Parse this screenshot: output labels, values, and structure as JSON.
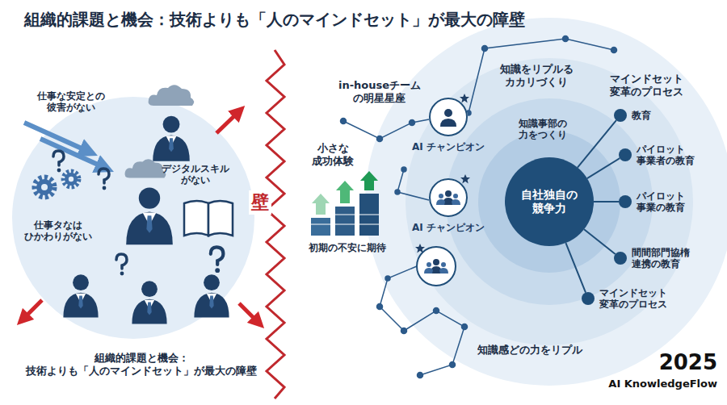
{
  "diagram": {
    "title": "組織的課題と機会：技術よりも「人のマインドセット」が最大の障壁",
    "caption": "組織的課題と機会： 技術よりも「人のマインドセット」が最大の障壁",
    "nodes": [
      {
        "text": [
          "自社独自の 競争力"
        ]
      },
      {
        "text": [
          "教育"
        ]
      },
      {
        "text": [
          "パイロット 事業者の教育"
        ]
      },
      {
        "text": [
          "パイロット 事業の教育"
        ]
      },
      {
        "text": [
          "間間部門協楕 連携の教育"
        ]
      },
      {
        "text": [
          "マインドセット 変革のプロセス"
        ]
      },
      {
        "text": [
          "AI チャンピオン"
        ]
      },
      {
        "text": [
          "AI チャンピオン"
        ]
      }
    ],
    "edges": [
      {
        "from": 0,
        "to": 1,
        "arrow": "none"
      },
      {
        "from": 0,
        "to": 2,
        "arrow": "none"
      },
      {
        "from": 0,
        "to": 3,
        "arrow": "none"
      },
      {
        "from": 0,
        "to": 4,
        "arrow": "none"
      },
      {
        "from": 0,
        "to": 5,
        "arrow": "none"
      }
    ],
    "labels": [
      "仕事な安定との 彼害がない",
      "デジタルスキル がない",
      "仕事タなは ひかわりがない",
      "壁",
      "in-houseチーム の明星星座",
      "知識をリプルる カカリづくり",
      "マインドセット 変革のプロセス",
      "知識事部の 力をつくり",
      "小さな 成功体験",
      "初期の不安に期待",
      "知識感どの力をリプル",
      "2025",
      "AI KnowledgeFlow"
    ]
  }
}
